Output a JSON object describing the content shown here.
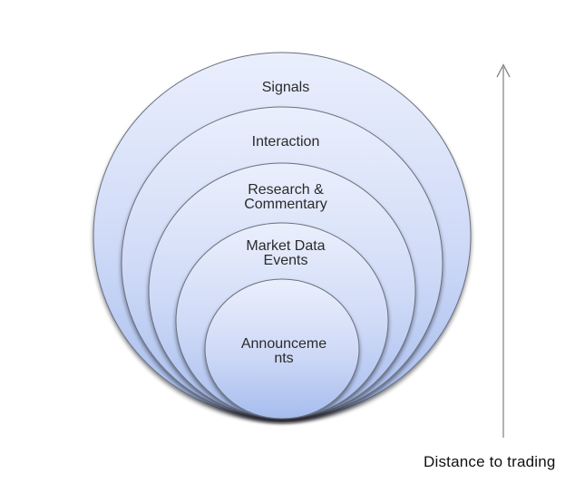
{
  "diagram": {
    "rings": [
      {
        "id": "signals",
        "label": "Signals",
        "lines": [
          "Signals"
        ]
      },
      {
        "id": "interaction",
        "label": "Interaction",
        "lines": [
          "Interaction"
        ]
      },
      {
        "id": "research-commentary",
        "label": "Research & Commentary",
        "lines": [
          "Research &",
          "Commentary"
        ]
      },
      {
        "id": "market-data-events",
        "label": "Market Data Events",
        "lines": [
          "Market Data",
          "Events"
        ]
      },
      {
        "id": "announcements",
        "label": "Announcements",
        "lines": [
          "Announceme",
          "nts"
        ]
      }
    ],
    "axis": {
      "label": "Distance to trading",
      "direction": "up"
    },
    "colors": {
      "fill_top": "#eaeffc",
      "fill_mid": "#cfdaf7",
      "fill_bottom": "#a6bdee",
      "stroke": "#6b7180",
      "ring_text": "#2b2b2b",
      "arrow": "#7f7f7f",
      "axis_text": "#111111",
      "background": "#ffffff"
    }
  }
}
